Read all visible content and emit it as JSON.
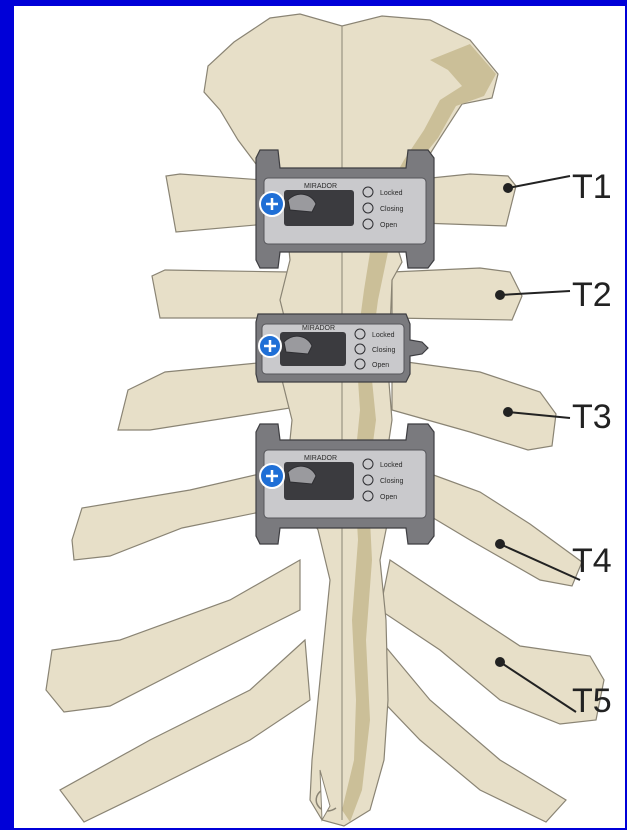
{
  "labels": {
    "t1": "T1",
    "t2": "T2",
    "t3": "T3",
    "t4": "T4",
    "t5": "T5"
  },
  "implant": {
    "brand": "MIRADOR",
    "states": [
      "Locked",
      "Closing",
      "Open"
    ]
  },
  "colors": {
    "frame": "#0000d8",
    "bone": "#e7dfc8",
    "bone_shadow": "#cbbf98",
    "bone_outline": "#8a8474",
    "implant": "#7a7a7e",
    "implant_dark": "#4a4a4e",
    "screw": "#1f6fd6"
  }
}
